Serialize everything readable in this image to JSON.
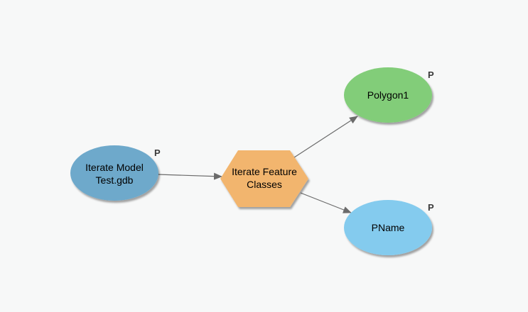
{
  "diagram": {
    "background": "#f7f8f8",
    "connector_color": "#6b6b6b",
    "nodes": {
      "input": {
        "shape": "ellipse",
        "label_line1": "Iterate Model",
        "label_line2": "Test.gdb",
        "parameter_marker": "P",
        "fill": "#6ea9cb"
      },
      "iterator": {
        "shape": "hexagon",
        "label_line1": "Iterate Feature",
        "label_line2": "Classes",
        "fill": "#f2b56e"
      },
      "output1": {
        "shape": "ellipse",
        "label": "Polygon1",
        "parameter_marker": "P",
        "fill": "#82cd79"
      },
      "output2": {
        "shape": "ellipse",
        "label": "PName",
        "parameter_marker": "P",
        "fill": "#84cbee"
      }
    },
    "connections": [
      {
        "from": "input",
        "to": "iterator"
      },
      {
        "from": "iterator",
        "to": "output1"
      },
      {
        "from": "iterator",
        "to": "output2"
      }
    ]
  }
}
